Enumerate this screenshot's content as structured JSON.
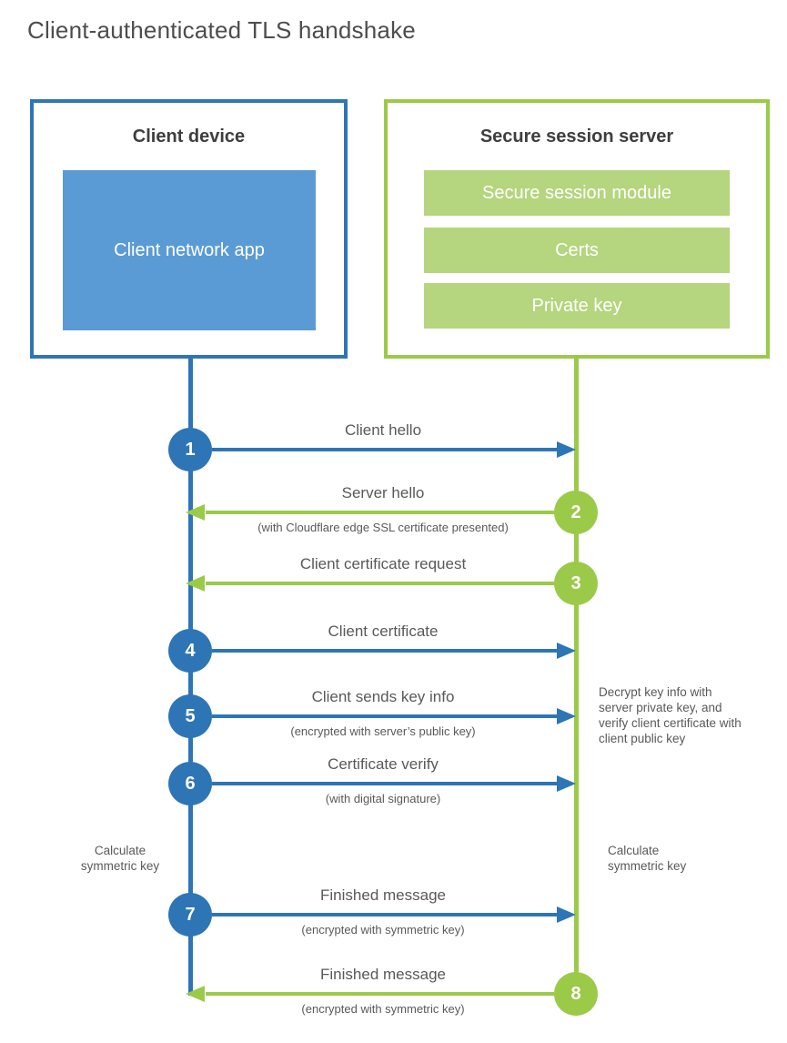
{
  "title": "Client-authenticated TLS handshake",
  "colors": {
    "blue": "#2E75B6",
    "blue_fill": "#5B9BD5",
    "green": "#9BCA49",
    "green_fill": "#B5D57E",
    "heading_text": "#3E3E3E",
    "body_text": "#595959",
    "title_text": "#4D4D4D"
  },
  "client_box": {
    "title": "Client device",
    "app_label": "Client network app"
  },
  "server_box": {
    "title": "Secure session server",
    "modules": [
      "Secure session module",
      "Certs",
      "Private key"
    ]
  },
  "steps": [
    {
      "number": "1",
      "from": "client",
      "label": "Client hello",
      "sublabel": ""
    },
    {
      "number": "2",
      "from": "server",
      "label": "Server hello",
      "sublabel": "(with Cloudflare edge SSL certificate presented)"
    },
    {
      "number": "3",
      "from": "server",
      "label": "Client certificate request",
      "sublabel": ""
    },
    {
      "number": "4",
      "from": "client",
      "label": "Client certificate",
      "sublabel": ""
    },
    {
      "number": "5",
      "from": "client",
      "label": "Client sends key info",
      "sublabel": "(encrypted with server’s public key)"
    },
    {
      "number": "6",
      "from": "client",
      "label": "Certificate verify",
      "sublabel": "(with digital signature)"
    },
    {
      "number": "7",
      "from": "client",
      "label": "Finished message",
      "sublabel": "(encrypted with symmetric key)"
    },
    {
      "number": "8",
      "from": "server",
      "label": "Finished message",
      "sublabel": "(encrypted with symmetric key)"
    }
  ],
  "annotations": {
    "server_note": "Decrypt key info with server private key, and verify client certificate with client public key",
    "client_calc": "Calculate symmetric key",
    "server_calc": "Calculate symmetric key"
  }
}
